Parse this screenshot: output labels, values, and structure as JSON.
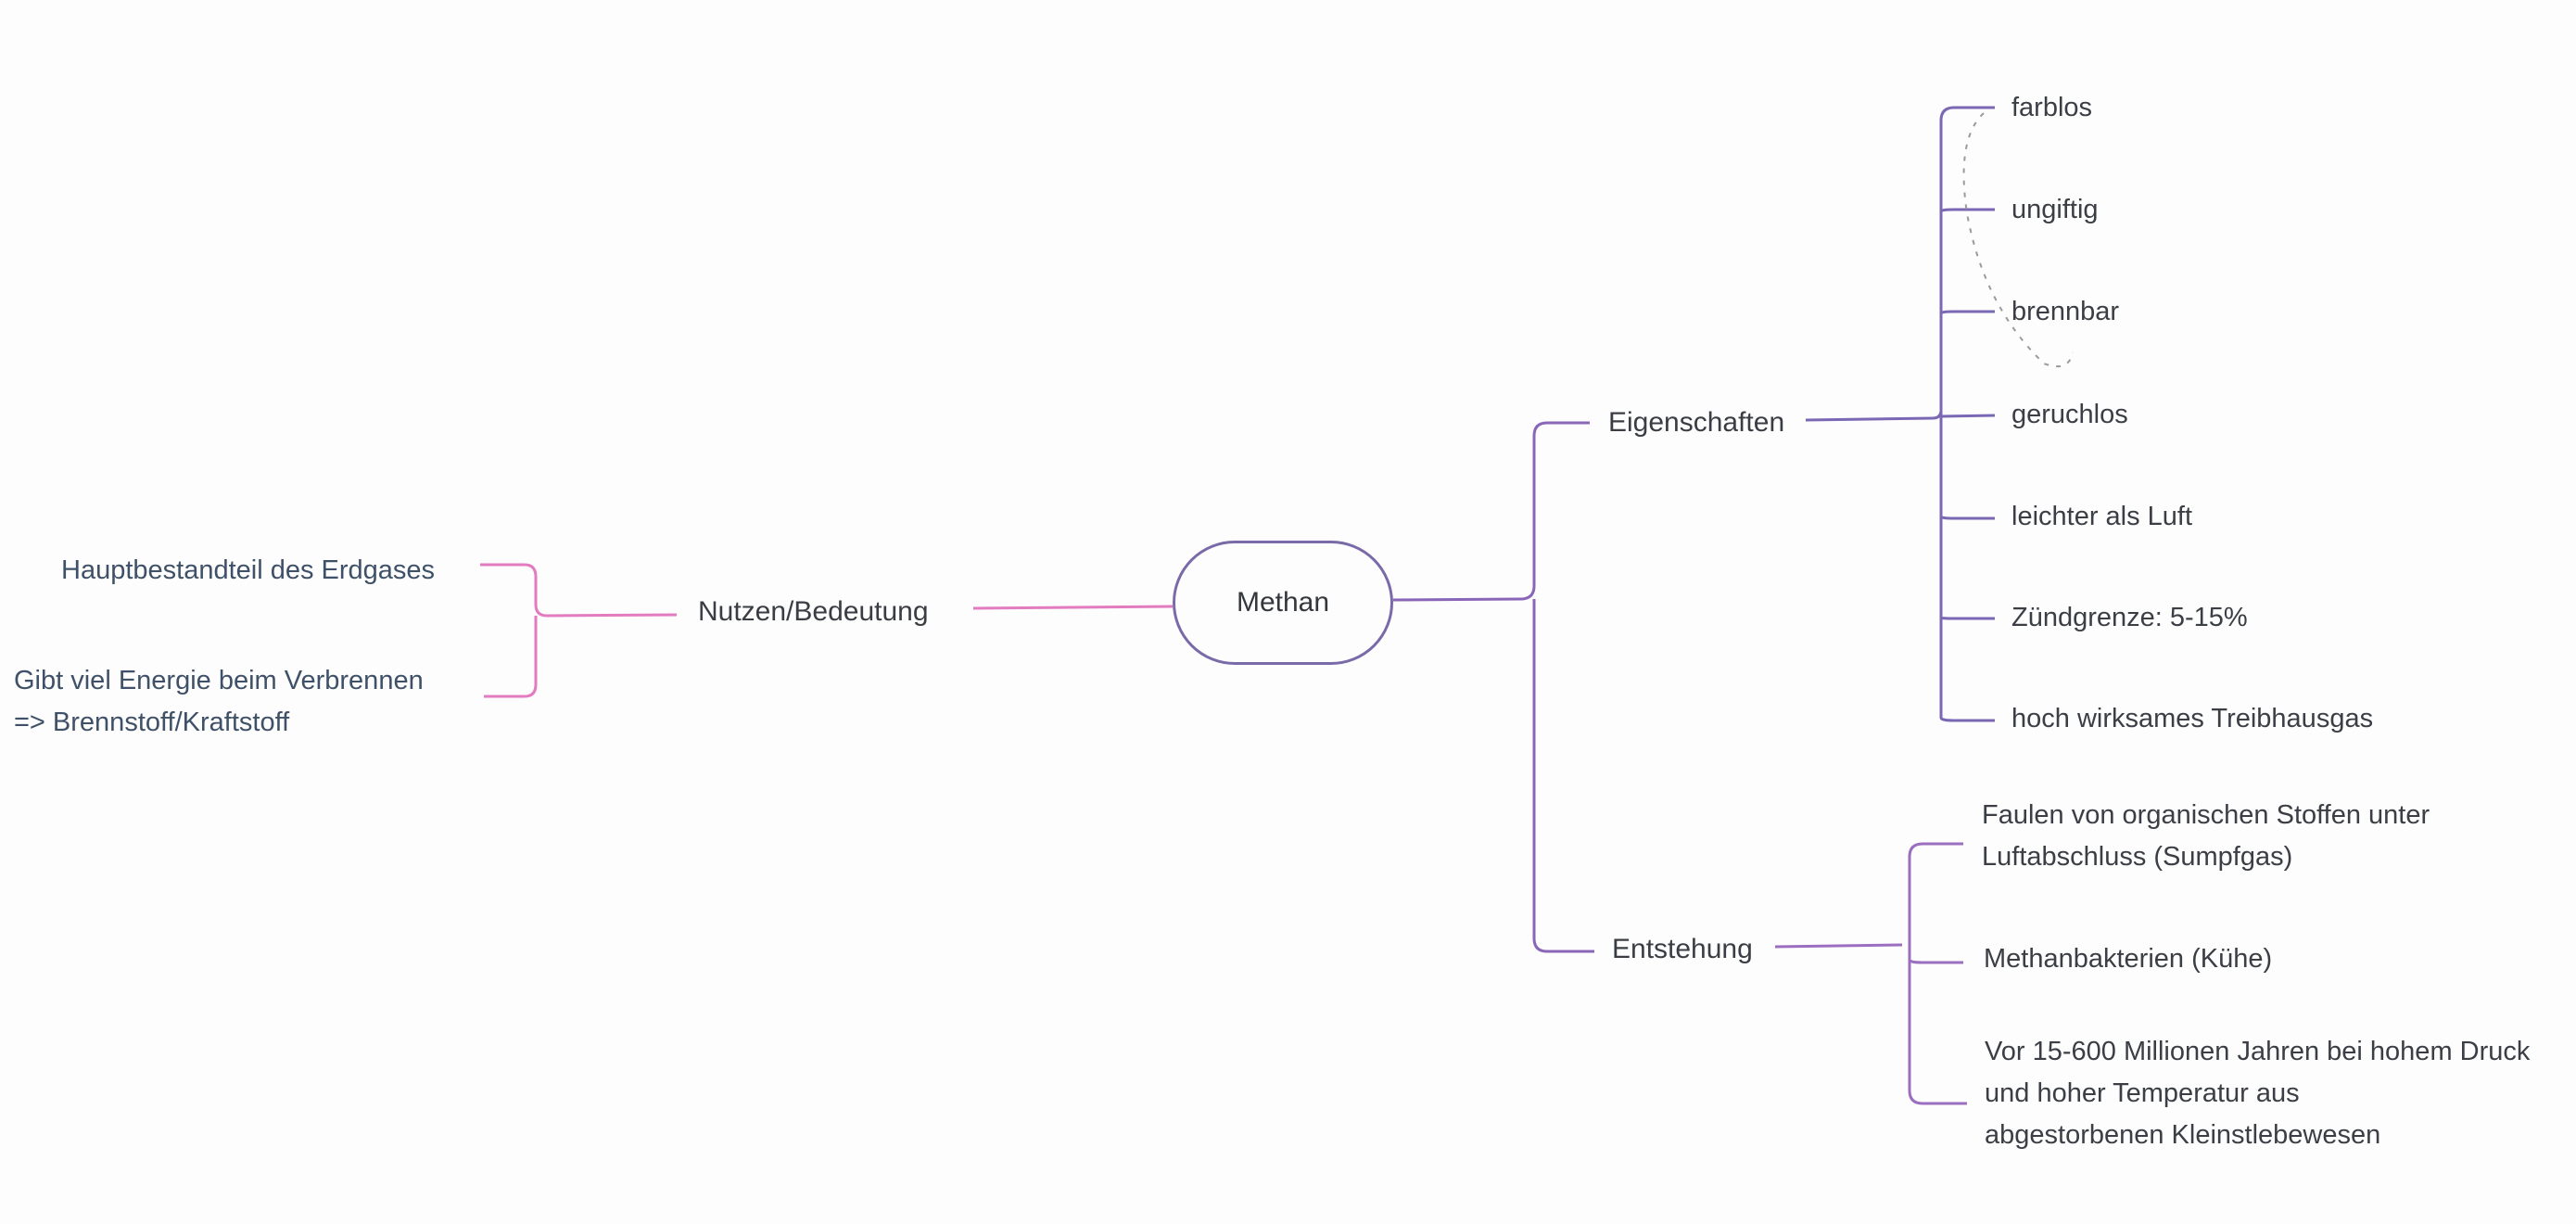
{
  "mindmap": {
    "center": "Methan",
    "left_branch": {
      "label": "Nutzen/Bedeutung",
      "items": [
        "Hauptbestandteil des Erdgases",
        "Gibt viel Energie beim Verbrennen\n=> Brennstoff/Kraftstoff"
      ]
    },
    "right_top_branch": {
      "label": "Eigenschaften",
      "items": [
        "farblos",
        "ungiftig",
        "brennbar",
        "geruchlos",
        "leichter als Luft",
        "Zündgrenze: 5-15%",
        "hoch wirksames Treibhausgas"
      ]
    },
    "right_bottom_branch": {
      "label": "Entstehung",
      "items": [
        "Faulen von organischen Stoffen unter\nLuftabschluss (Sumpfgas)",
        "Methanbakterien (Kühe)",
        "Vor 15-600 Millionen Jahren bei hohem Druck\nund hoher Temperatur aus\nabgestorbenen Kleinstlebewesen"
      ]
    }
  },
  "colors": {
    "pink": "#e27bbf",
    "purple": "#7b68b5",
    "violet": "#9b6ec0",
    "left_text": "#3f5168",
    "text": "#3b3f45"
  }
}
